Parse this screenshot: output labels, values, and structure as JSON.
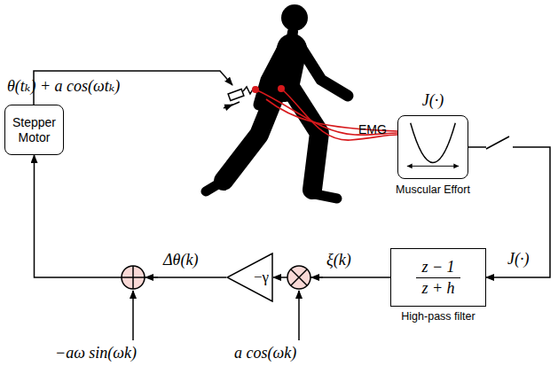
{
  "diagram": {
    "nodes": [
      {
        "text": [
          "Stepper Motor"
        ]
      },
      {
        "text": [
          "J(·)",
          "Muscular Effort"
        ]
      },
      {
        "text": [
          "z − 1",
          "z + h",
          "High-pass filter"
        ]
      },
      {
        "text": [
          "−γ"
        ]
      }
    ],
    "edges": [
      {
        "from": 1,
        "to": 2,
        "arrow": "to"
      },
      {
        "from": 2,
        "to": 3,
        "arrow": "to"
      },
      {
        "from": 3,
        "to": 0,
        "arrow": "to"
      }
    ],
    "labels": [
      "θ(tₖ) + a cos(ωtₖ)",
      "EMG",
      "J(·)",
      "ξ(k)",
      "Δθ(k)",
      "−aω sin(ωk)",
      "a cos(ωk)"
    ]
  }
}
